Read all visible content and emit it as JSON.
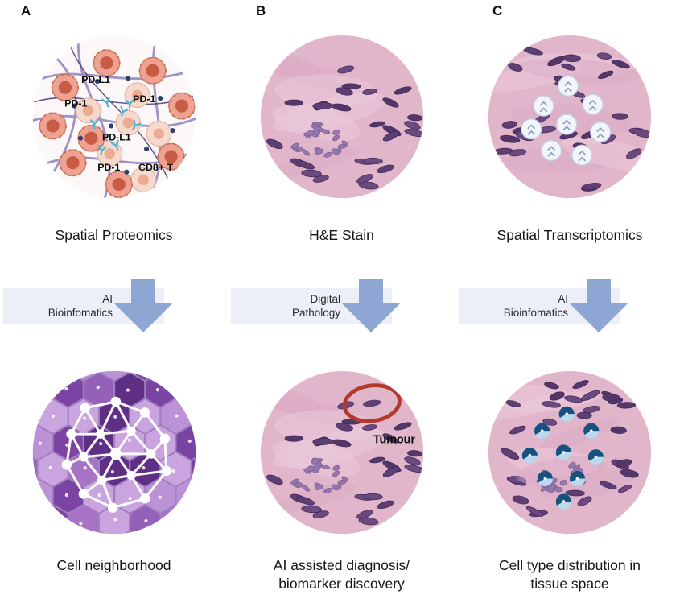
{
  "colors": {
    "tissue_pink": "#e2b6ca",
    "tissue_streak_light": "#eccbdc",
    "nucleus_purple": "#5e3f74",
    "arrow_blue": "#8ea6d3",
    "arrow_band": "#edeff8",
    "tumour_red": "#b13a2c",
    "cell_salmon": "#eea392",
    "cell_nucleus_red": "#c75b44",
    "neighborhood_light": "#c9a4de",
    "neighborhood_dark": "#5e2f85",
    "network_white": "#ffffff",
    "spot_dark_blue": "#17527f",
    "spot_light_blue": "#6fa8d4",
    "antibody_cyan": "#3db6d8"
  },
  "panels": [
    {
      "letter": "A",
      "top_caption": "Spatial Proteomics",
      "arrow_label": [
        "AI",
        "Bioinfomatics"
      ],
      "bottom_caption": [
        "Cell neighborhood"
      ],
      "markers": [
        "PD-L1",
        "PD-1",
        "PD-1",
        "PD-L1",
        "PD-1",
        "CD8+ T"
      ]
    },
    {
      "letter": "B",
      "top_caption": "H&E Stain",
      "arrow_label": [
        "Digital",
        "Pathology"
      ],
      "bottom_caption": [
        "AI assisted diagnosis/",
        "biomarker discovery"
      ],
      "annotation": "Tumour"
    },
    {
      "letter": "C",
      "top_caption": "Spatial Transcriptomics",
      "arrow_label": [
        "AI",
        "Bioinfomatics"
      ],
      "bottom_caption": [
        "Cell type distribution in",
        "tissue space"
      ]
    }
  ]
}
